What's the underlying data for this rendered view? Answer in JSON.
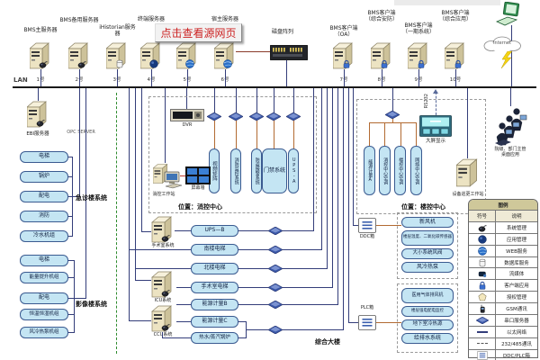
{
  "colors": {
    "pill_bg": "#c4e5f3",
    "line": "#333d7a",
    "serial_line": "#b26a32",
    "lan_bus": "#1a1a1a",
    "tooltip_text": "#cc2222",
    "green_dash": "#2e8b2e"
  },
  "tooltip": "点击查看源网页",
  "lan": {
    "label": "LAN",
    "ports": [
      "1号",
      "2号",
      "3号",
      "4号",
      "5号",
      "6号",
      "7号",
      "8号",
      "9号",
      "10号"
    ]
  },
  "top_servers": [
    {
      "label": "BMS主服务器"
    },
    {
      "label": "BMS备用服务器"
    },
    {
      "label": "iHistorian服务器"
    },
    {
      "label": "终端服务器"
    },
    {
      "label": ""
    },
    {
      "label": "宿主服务器"
    }
  ],
  "disk_array": "磁盘阵列",
  "clients": [
    {
      "line1": "BMS客户端",
      "line2": "（OA）"
    },
    {
      "line1": "BMS客户端",
      "line2": "（综合安防）"
    },
    {
      "line1": "BMS客户端",
      "line2": "（一期系统）"
    },
    {
      "line1": "BMS客户端",
      "line2": "（综合应用）"
    }
  ],
  "internet": "Internet",
  "left": {
    "ebi": "EBI服务器",
    "opc": "OPC SERVER",
    "group1": {
      "title": "急诊楼系统",
      "items": [
        "电梯",
        "锅炉",
        "配电",
        "消防",
        "冷水机组"
      ]
    },
    "group2": {
      "title": "影像楼系统",
      "items": [
        "电梯",
        "能量提升机组",
        "配电",
        "恒温恒湿机组",
        "风冷热泵机组"
      ]
    }
  },
  "fire": {
    "dvr": "DVR",
    "workstation": "消控工作站",
    "wall": "屏幕墙",
    "pills": [
      "视频矩阵",
      "消防监控系统",
      "防盗报警系统",
      "门禁系统",
      "UPS-A"
    ],
    "location": "位置：消控中心"
  },
  "mid": {
    "servers": [
      "手术室系统",
      "ICU系统",
      "CCU系统"
    ],
    "pills": [
      "UPS—B",
      "南楼电梯",
      "北楼电梯",
      "手术室电梯",
      "能源计量B",
      "能源计量C",
      "热水/蒸汽锅炉"
    ],
    "building": "综合大楼"
  },
  "floor": {
    "pills": [
      "能源计量A",
      "消控中心空调",
      "楼控中心空调",
      "网络中心空调"
    ],
    "rs232": "RS232",
    "screen": "大屏显示",
    "patrol": "设备巡更工作站",
    "users1": "院级、部门主管",
    "users2": "桌面应用",
    "location": "位置：楼控中心"
  },
  "ddc": {
    "label": "DDC箱",
    "pills": [
      "新风机",
      "楼层温度、二氧化碳传感器",
      "大小系统风阀",
      "风冷热泵"
    ]
  },
  "plc": {
    "label": "PLC箱",
    "pills": [
      "医用气体排风机",
      "楼层强电配电监控",
      "地下室冷热源",
      "给排水系统"
    ]
  },
  "legend": {
    "title": "图例",
    "col1": "符号",
    "col2": "说明",
    "rows": [
      {
        "icon": "system-icon",
        "label": "系统管理"
      },
      {
        "icon": "app-icon",
        "label": "应用管理"
      },
      {
        "icon": "web-icon",
        "label": "WEB服务"
      },
      {
        "icon": "database-icon",
        "label": "数据库服务"
      },
      {
        "icon": "media-icon",
        "label": "流媒体"
      },
      {
        "icon": "client-icon",
        "label": "客户端应用"
      },
      {
        "icon": "auth-icon",
        "label": "授权管理"
      },
      {
        "icon": "gsm-icon",
        "label": "GSM通讯"
      },
      {
        "icon": "serial-icon",
        "label": "串口服务器"
      },
      {
        "icon": "ethernet-icon",
        "label": "以太网络"
      },
      {
        "icon": "rs485-icon",
        "label": "232/485通讯"
      },
      {
        "icon": "ddc-icon",
        "label": "DDC/PLC箱"
      }
    ]
  }
}
